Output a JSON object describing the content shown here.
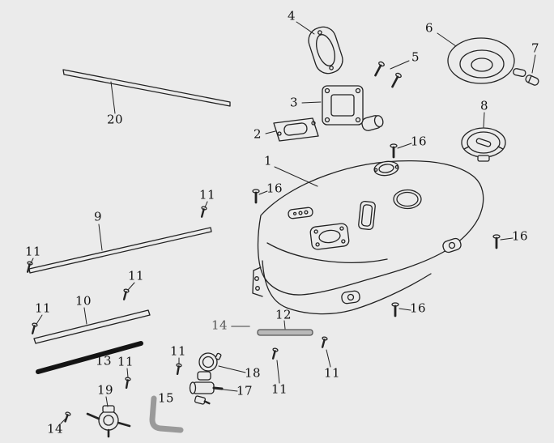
{
  "colors": {
    "background": "#ebebeb",
    "line": "#222222",
    "strip_gray": "#b9b9b9",
    "hose_gray": "#9a9a9a",
    "rubber_dark": "#141414"
  },
  "callouts": [
    {
      "text": "4"
    },
    {
      "text": "6"
    },
    {
      "text": "7"
    },
    {
      "text": "5"
    },
    {
      "text": "3"
    },
    {
      "text": "8"
    },
    {
      "text": "20"
    },
    {
      "text": "2"
    },
    {
      "text": "16"
    },
    {
      "text": "1"
    },
    {
      "text": "16"
    },
    {
      "text": "11"
    },
    {
      "text": "9"
    },
    {
      "text": "16"
    },
    {
      "text": "11"
    },
    {
      "text": "11"
    },
    {
      "text": "10"
    },
    {
      "text": "11"
    },
    {
      "text": "16"
    },
    {
      "text": "12"
    },
    {
      "text": "14"
    },
    {
      "text": "11"
    },
    {
      "text": "13"
    },
    {
      "text": "11"
    },
    {
      "text": "18"
    },
    {
      "text": "11"
    },
    {
      "text": "17"
    },
    {
      "text": "11"
    },
    {
      "text": "19"
    },
    {
      "text": "15"
    },
    {
      "text": "14"
    }
  ]
}
